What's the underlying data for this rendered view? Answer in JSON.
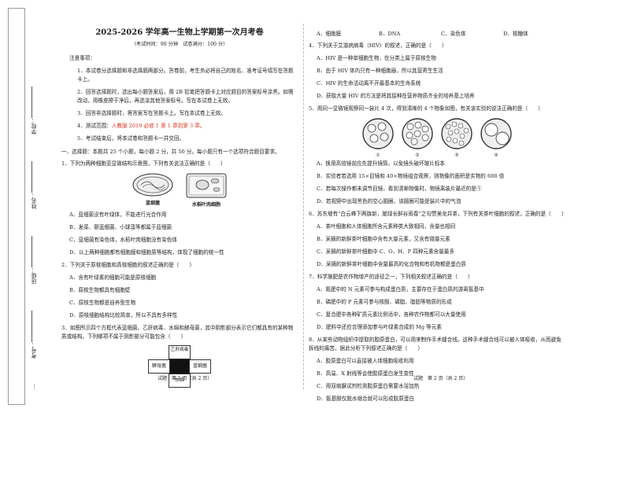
{
  "binding": {
    "labels": [
      "学校：",
      "姓名：",
      "班级：",
      "考号："
    ],
    "bottom_label": "…"
  },
  "header": {
    "title": "2025-2026 学年高一生物上学期第一次月考卷",
    "subtitle": "（考试时间：90 分钟　试卷满分：100 分）"
  },
  "notices": {
    "heading": "注意事项：",
    "items": [
      "1．本试卷分选择题和非选择题两部分。答卷前，考生务必将自己的姓名、准考证号填写在答题卡上。",
      "2．回答选择题时，选出每小题答案后，用 2B 铅笔把答题卡上对应题目的答案标号涂黑。如需改动，用橡皮擦干净后，再选涂其他答案标号。写在本试卷上无效。",
      "3．回答非选择题时，将答案写在答题卡上。写在本试卷上无效。",
      "5．考试结束后，将本试卷和答题卡一并交回。"
    ],
    "scope_prefix": "4．测试范围：",
    "scope_highlight": "人教版 2019 必修 1 第 1 章到第 3 章。"
  },
  "section1": {
    "heading": "一、选择题：本题共 25 个小题，每小题 2 分，共 50 分。每小题只有一个选项符合题目要求。"
  },
  "q1": {
    "stem": "1．下列为两种细胞亚显微结构示意图，下列有关说法正确的是（　　）",
    "fig_labels": [
      "蓝细菌",
      "水稻叶肉细胞"
    ],
    "options": [
      "A．蓝细菌没有叶绿体，不能进行光合作用",
      "B．发菜、颤蓝细菌、小球藻等都属于蓝细菌",
      "C．蓝细菌有染色体，水稻叶肉细胞没有染色体",
      "D．以上两种细胞都有细胞膜和细胞质等结构，体现了细胞的统一性"
    ]
  },
  "q2": {
    "stem": "2．下列关于原核细胞和真核细胞的叙述正确的是（　　）",
    "options": [
      "A．含有叶绿素的细胞可能是原核细胞",
      "B．原核生物都具有细胞壁",
      "C．原核生物都是自养型生物",
      "D．原核细胞结构比较简单，所以不具有多样性"
    ]
  },
  "q3": {
    "stem": "3．如图所示四个方框代表蓝细菌、乙肝病毒、水绵和酵母菌，其中阴影部分表示它们都具有的某种物质或结构。下列哪项不属于阴影部分可能包含（　　）",
    "cross": {
      "top": "乙肝病毒",
      "left": "酵母菌",
      "right": "蓝细菌",
      "bottom": "水绵"
    },
    "options": [
      "A．细胞膜",
      "B．DNA",
      "C．染色体",
      "D．核糖体"
    ]
  },
  "q4": {
    "stem": "4．下列关于艾滋病病毒（HIV）的叙述，正确的是（　　）",
    "options": [
      "A．HIV 是一种单细胞生物，在分类上属于原核生物",
      "B．由于 HIV 体内只有一种细胞器，所以其营寄生生活",
      "C．HIV 的生命活动离不开最基本的生命系统",
      "D．获取大量 HIV 的方法是将其接种在营养物质齐全的培养基上培养"
    ]
  },
  "q5": {
    "stem": "5．用同一显微镜观察同一装片 4 次，得到清晰的 4 个物象如图，有关该实验的说法正确的是（　　）",
    "fig_nums": [
      "①",
      "②",
      "③",
      "④"
    ],
    "options": [
      "A．换用高倍镜前应先提升镜筒，以免镜头破坏玻片标本",
      "B．实验者若选用 15×目镜和 40×物镜组合观察，则物像的面积是实物的 600 倍",
      "C．若每次操作都未调节目镜，看到清晰物像时，物镜离装片最近的是①",
      "D．若视野中出现黑色的空心圆圈，该圆圈可能是装片中的气泡"
    ]
  },
  "q6": {
    "stem": "6．苏东坡有“白云峰下两旗新，腻绿长鲜谷雨春”之句赞美龙井茶，下列有关茶叶细胞的叙述，正确的是（　　）",
    "options": [
      "A．茶叶细胞和人体细胞所含元素种类大致相同，含量也相同",
      "B．采摘的新鲜茶叶细胞中含有大量元素，又含有微量元素",
      "C．采摘的新鲜茶叶细胞中 C、O、H、P 四种元素含量最多",
      "D．采摘的新鲜茶叶细胞中含量最高的化合物和有机物都是蛋白质"
    ]
  },
  "q7": {
    "stem": "7．科学施肥是农作物增产的途径之一，下列相关叙述正确的是（　　）",
    "options": [
      "A．氮肥中的 N 元素可参与构成蛋白质，主要存在于蛋白质的游离氨基中",
      "B．磷肥中的 P 元素可参与核酸、磷脂、脂肪等物质的形成",
      "C．复合肥中各种矿质元素比例适中，各种农作物都可以大量使用",
      "D．肥料中还应合理添加参与叶绿素合成的 Mg 等元素"
    ]
  },
  "q8": {
    "stem": "8．从某些动物组织中提取的胶原蛋白，可以用来制作手术缝合线。这种手术缝合线可以被人体吸收，从而避免拆线的痛苦。据此分析下列叙述正确的是（　　）",
    "options": [
      "A．胶原蛋白可以直接被人体细胞吸收利用",
      "B．高温、X 射线等会使胶原蛋白发生变性",
      "C．用双缩脲试剂检测胶原蛋白需要水浴加热",
      "D．氨基酸仅脱水缩合就可以形成胶原蛋白"
    ]
  },
  "footer": {
    "left": "试题　第 1 页（共 2 页）",
    "right": "试题　第 2 页（共 2 页）"
  }
}
